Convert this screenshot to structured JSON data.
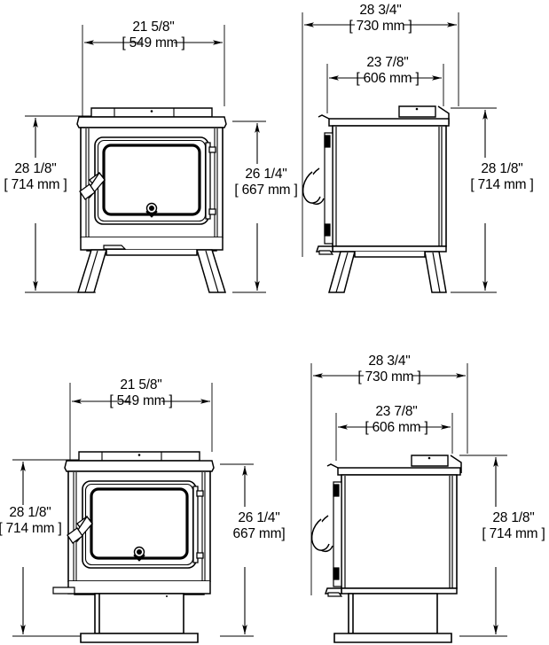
{
  "document": {
    "type": "technical-dimension-drawing",
    "subject": "wood stove",
    "views_count": 4,
    "units_primary": "inches",
    "units_secondary": "millimeters"
  },
  "views": [
    {
      "id": "front-leg",
      "name": "front-view-leg-base",
      "position": "top-left",
      "base": "legs"
    },
    {
      "id": "side-leg",
      "name": "side-view-leg-base",
      "position": "top-right",
      "base": "legs"
    },
    {
      "id": "front-pedestal",
      "name": "front-view-pedestal-base",
      "position": "bottom-left",
      "base": "pedestal"
    },
    {
      "id": "side-pedestal",
      "name": "side-view-pedestal-base",
      "position": "bottom-right",
      "base": "pedestal"
    }
  ],
  "dimensions": {
    "front_leg_width": {
      "inches": "21 5/8\"",
      "mm": "[ 549 mm ]",
      "mm_value": 549,
      "inch_value": 21.625
    },
    "front_leg_height": {
      "inches": "28 1/8\"",
      "mm": "[ 714 mm ]",
      "mm_value": 714,
      "inch_value": 28.125
    },
    "front_leg_height_right": {
      "inches": "26 1/4\"",
      "mm": "[ 667 mm ]",
      "mm_value": 667,
      "inch_value": 26.25
    },
    "side_leg_depth_overall": {
      "inches": "28 3/4\"",
      "mm": "[ 730 mm ]",
      "mm_value": 730,
      "inch_value": 28.75
    },
    "side_leg_depth_body": {
      "inches": "23 7/8\"",
      "mm": "[ 606 mm ]",
      "mm_value": 606,
      "inch_value": 23.875
    },
    "side_leg_height": {
      "inches": "28 1/8\"",
      "mm": "[ 714 mm ]",
      "mm_value": 714,
      "inch_value": 28.125
    },
    "front_pedestal_width": {
      "inches": "21 5/8\"",
      "mm": "[ 549 mm ]",
      "mm_value": 549,
      "inch_value": 21.625
    },
    "front_pedestal_height": {
      "inches": "28 1/8\"",
      "mm": "[ 714 mm ]",
      "mm_value": 714,
      "inch_value": 28.125
    },
    "front_pedestal_height_right": {
      "inches": "26 1/4\"",
      "mm": "667 mm]",
      "mm_value": 667,
      "inch_value": 26.25
    },
    "side_pedestal_depth_overall": {
      "inches": "28 3/4\"",
      "mm": "[ 730 mm ]",
      "mm_value": 730,
      "inch_value": 28.75
    },
    "side_pedestal_depth_body": {
      "inches": "23 7/8\"",
      "mm": "[ 606 mm ]",
      "mm_value": 606,
      "inch_value": 23.875
    },
    "side_pedestal_height": {
      "inches": "28 1/8\"",
      "mm": "[ 714 mm ]",
      "mm_value": 714,
      "inch_value": 28.125
    }
  },
  "colors": {
    "line": "#000000",
    "background": "#ffffff",
    "fill": "#ffffff"
  }
}
